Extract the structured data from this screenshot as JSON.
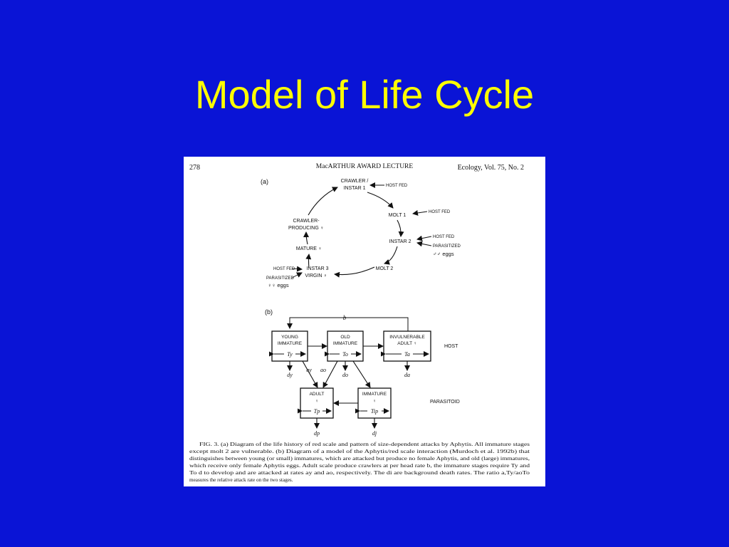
{
  "slide": {
    "title": "Model of Life Cycle"
  },
  "figure": {
    "header": {
      "page_number": "278",
      "running_title": "MacARTHUR AWARD LECTURE",
      "journal": "Ecology, Vol. 75, No. 2"
    },
    "panel_a": {
      "label": "(a)",
      "nodes": {
        "crawler_line1": "CRAWLER /",
        "crawler_line2": "INSTAR 1",
        "molt1": "MOLT 1",
        "instar2": "INSTAR 2",
        "molt2": "MOLT 2",
        "instar3_line1": "INSTAR 3",
        "instar3_line2": "VIRGIN ♀",
        "mature": "MATURE ♀",
        "crawler_producing_line1": "CRAWLER-",
        "crawler_producing_line2": "PRODUCING ♀"
      },
      "annotations": {
        "host_fed_crawler": "HOST FED",
        "host_fed_molt1": "HOST FED",
        "host_fed_instar2": "HOST FED",
        "parasitized_instar2": "PARASITIZED",
        "male_eggs": "♂♂ eggs",
        "host_fed_instar3": "HOST FED",
        "parasitized_instar3": "PARASITIZED",
        "female_eggs": "♀♀ eggs"
      }
    },
    "panel_b": {
      "label": "(b)",
      "top_rate": "b",
      "boxes": {
        "young_line1": "YOUNG",
        "young_line2": "IMMATURE",
        "young_time": "Ty",
        "old_line1": "OLD",
        "old_line2": "IMMATURE",
        "old_time": "To",
        "adult_line1": "INVULNERABLE",
        "adult_line2": "ADULT  ♀",
        "adult_time": "Ta",
        "p_adult_line1": "ADULT",
        "p_adult_line2": "♀",
        "p_adult_time": "Tp",
        "p_imm_line1": "IMMATURE",
        "p_imm_line2": "♀",
        "p_imm_time": "Tip"
      },
      "rates": {
        "dy": "dy",
        "ay": "ay",
        "ao": "ao",
        "do": "do",
        "da": "da",
        "dp": "dp",
        "dj": "dj"
      },
      "row_labels": {
        "host": "HOST",
        "parasitoid": "PARASITOID"
      }
    },
    "caption": {
      "line1": "FIG. 3.   (a) Diagram of the life history of red scale and pattern of size-dependent attacks by Aphytis. All immature stages",
      "line2": "except molt 2 are vulnerable. (b) Diagram of a model of the Aphytis/red scale interaction (Murdoch et al. 1992b) that",
      "line3": "distinguishes between young (or small) immatures, which are attacked but produce no female Aphytis, and old (large) immatures,",
      "line4": "which receive only female Aphytis eggs. Adult scale produce crawlers at per head rate b, the immature stages require Ty and",
      "line5": "To d to develop and are attacked at rates ay and ao, respectively. The di are background death rates. The ratio a,Ty/aoTo",
      "line6": "measures the relative attack rate on the two stages."
    }
  }
}
